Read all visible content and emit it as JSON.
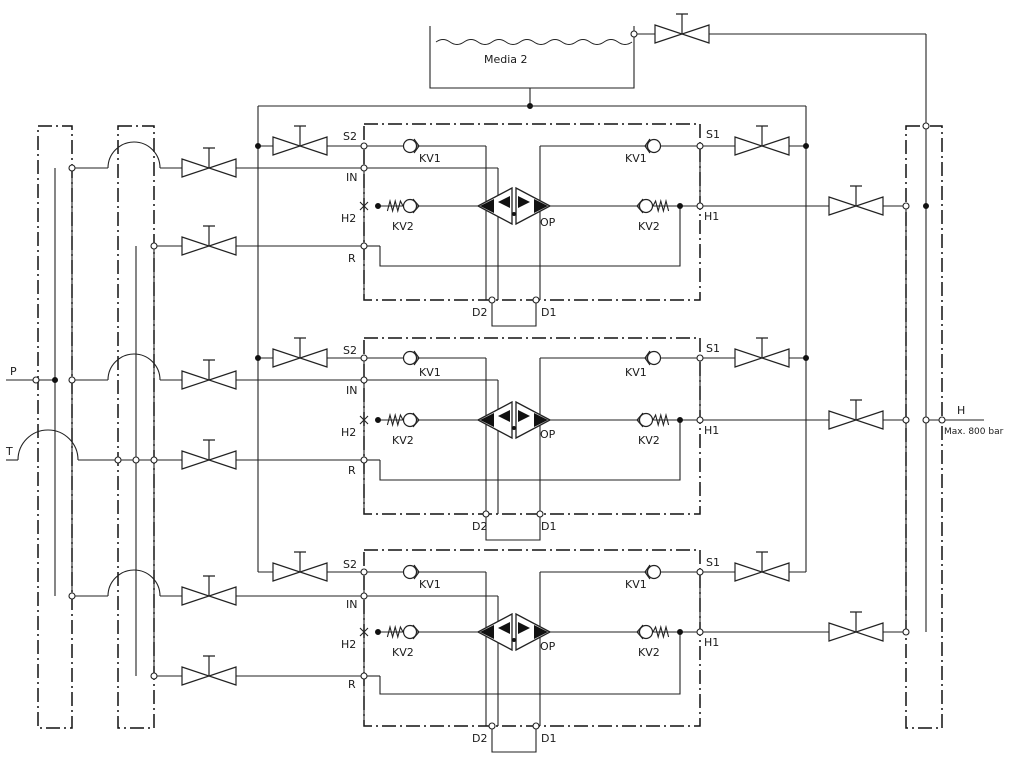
{
  "ports": {
    "p": "P",
    "t": "T",
    "h": "H",
    "pressure_note": "Max. 800 bar"
  },
  "tank": {
    "label": "Media 2"
  },
  "module": {
    "s2": "S2",
    "in": "IN",
    "h2": "H2",
    "r": "R",
    "kv1": "KV1",
    "kv2": "KV2",
    "op": "OP",
    "s1": "S1",
    "h1": "H1",
    "d1": "D1",
    "d2": "D2"
  },
  "colors": {
    "line": "#222222",
    "frame": "#111111",
    "background": "#ffffff"
  },
  "icons": [
    "valve-icon",
    "check-valve-icon",
    "spring-check-valve-icon",
    "pilot-valve-icon",
    "tank-icon"
  ]
}
